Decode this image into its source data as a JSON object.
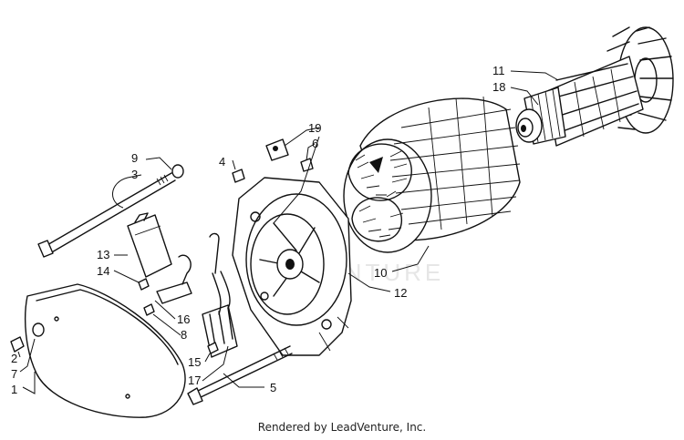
{
  "watermark": "VENTURE",
  "footer": {
    "credit": "Rendered by LeadVenture, Inc."
  },
  "callouts": [
    {
      "n": "1"
    },
    {
      "n": "2"
    },
    {
      "n": "3"
    },
    {
      "n": "4"
    },
    {
      "n": "5"
    },
    {
      "n": "6"
    },
    {
      "n": "7"
    },
    {
      "n": "8"
    },
    {
      "n": "9"
    },
    {
      "n": "10"
    },
    {
      "n": "11"
    },
    {
      "n": "12"
    },
    {
      "n": "13"
    },
    {
      "n": "14"
    },
    {
      "n": "15"
    },
    {
      "n": "16"
    },
    {
      "n": "17"
    },
    {
      "n": "18"
    },
    {
      "n": "19"
    }
  ]
}
